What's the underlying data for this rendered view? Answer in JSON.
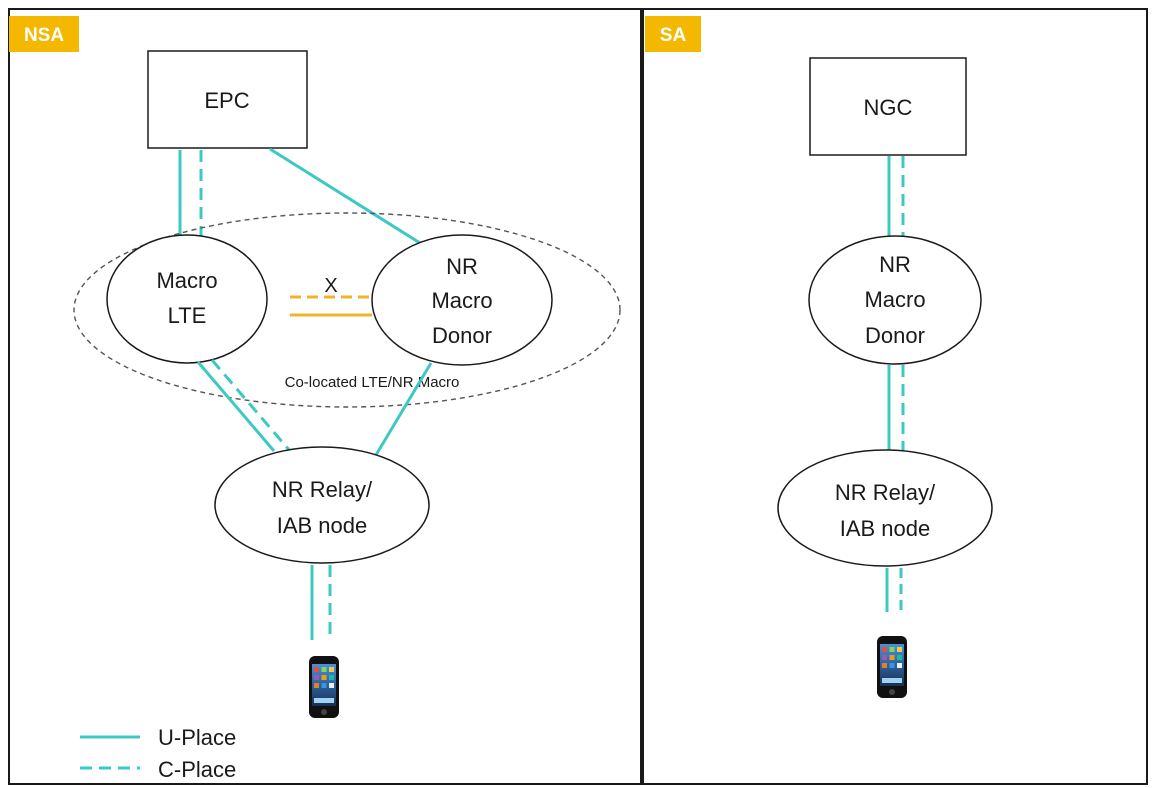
{
  "panels": {
    "nsa": {
      "tag": "NSA"
    },
    "sa": {
      "tag": "SA"
    }
  },
  "colors": {
    "u_plane": "#3cc8c3",
    "c_plane": "#3cc8c3",
    "x2_link": "#f0b429",
    "tag_bg": "#f5b800",
    "border": "#1a1a1a"
  },
  "nsa": {
    "epc": "EPC",
    "macro_lte": [
      "Macro",
      "LTE"
    ],
    "x_label": "X",
    "nr_donor": [
      "NR",
      "Macro",
      "Donor"
    ],
    "colocated": "Co-located LTE/NR Macro",
    "relay": [
      "NR Relay/",
      "IAB node"
    ]
  },
  "sa": {
    "ngc": "NGC",
    "nr_donor": [
      "NR",
      "Macro",
      "Donor"
    ],
    "relay": [
      "NR Relay/",
      "IAB node"
    ]
  },
  "legend": {
    "u_plane": "U-Place",
    "c_plane": "C-Place"
  },
  "icons": {
    "ue": "smartphone-icon"
  }
}
